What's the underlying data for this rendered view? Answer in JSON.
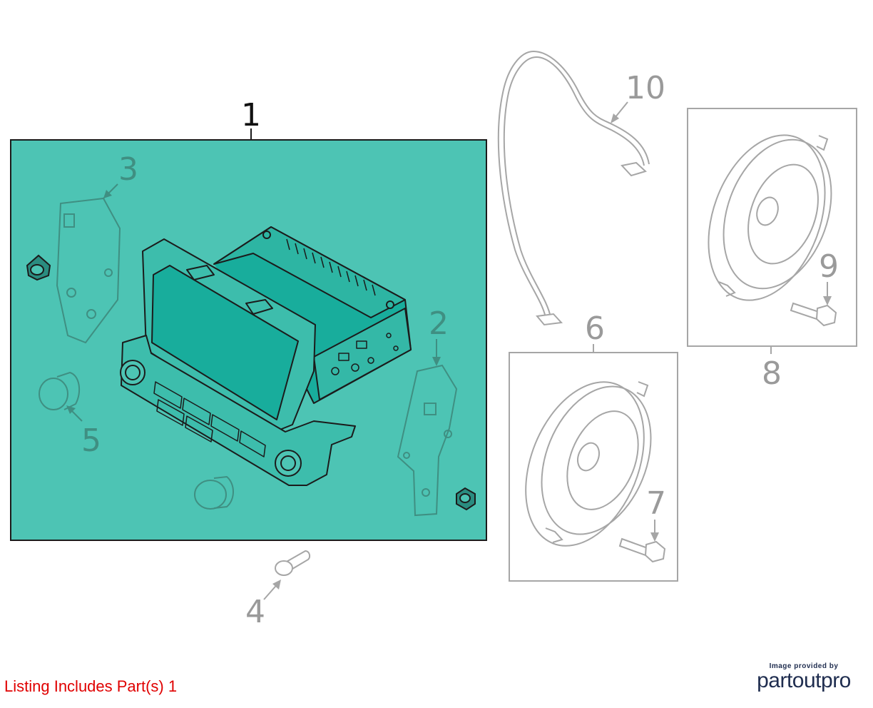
{
  "diagram": {
    "callouts": {
      "c1": "1",
      "c2": "2",
      "c3": "3",
      "c4": "4",
      "c5": "5",
      "c6": "6",
      "c7": "7",
      "c8": "8",
      "c9": "9",
      "c10": "10"
    },
    "colors": {
      "highlight_fill": "#4dc4b4",
      "part_stroke": "#1b1b1b",
      "ghost_stroke": "#3f8f82",
      "gray_stroke": "#a6a6a6",
      "listing_text": "#e00000"
    }
  },
  "footer": {
    "listing_text": "Listing Includes Part(s) 1",
    "credit_caption": "Image provided by",
    "credit_logo": "partoutpro"
  }
}
